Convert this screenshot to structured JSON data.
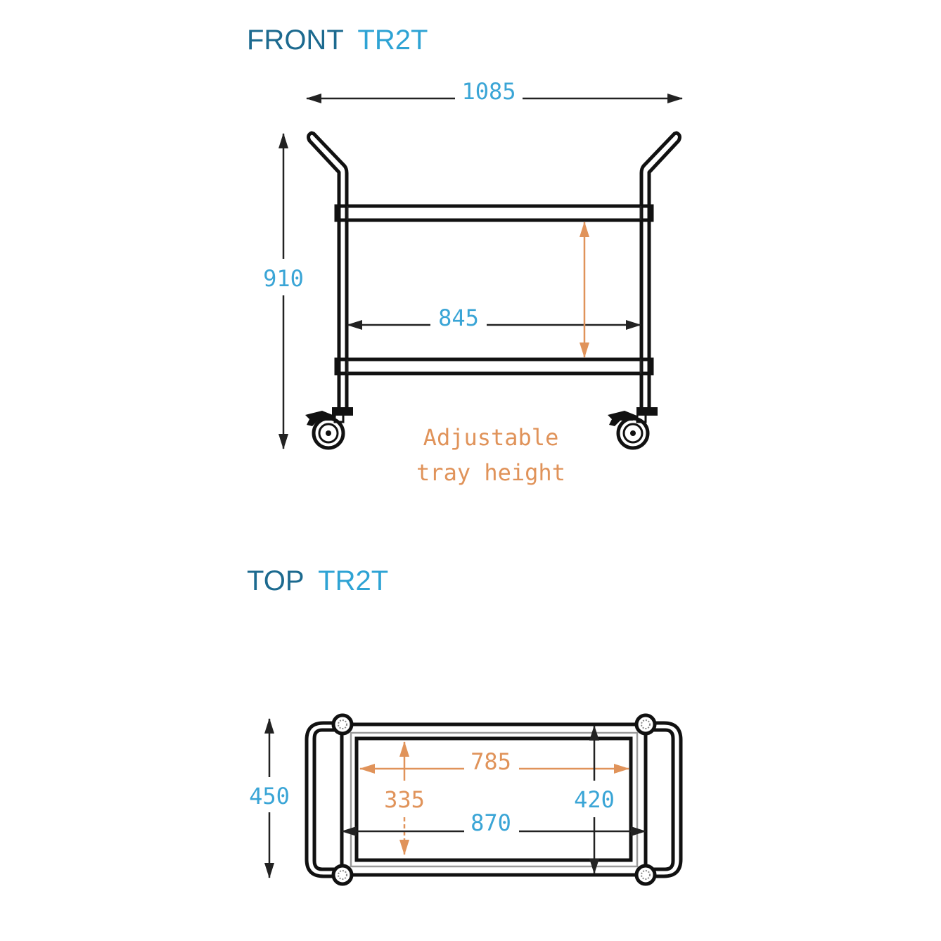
{
  "colors": {
    "title_main": "#1c6a8f",
    "title_model": "#2ea3d4",
    "dimension_blue": "#3aa5d6",
    "dimension_orange": "#e0935a",
    "line": "#111111"
  },
  "front_view": {
    "title_prefix": "FRONT",
    "title_model": "TR2T",
    "dimensions": {
      "overall_width": "1085",
      "overall_height": "910",
      "inner_width": "845"
    },
    "note_line1": "Adjustable",
    "note_line2": "tray height",
    "icons": [
      "trolley-front-drawing",
      "castor-wheel-left",
      "castor-wheel-right",
      "tray-height-arrow"
    ]
  },
  "top_view": {
    "title_prefix": "TOP",
    "title_model": "TR2T",
    "dimensions": {
      "overall_depth": "450",
      "tray_inner_width": "785",
      "tray_inner_depth": "335",
      "tray_outer_width": "870",
      "tray_outer_depth": "420"
    },
    "icons": [
      "trolley-top-drawing",
      "castor-top-icon"
    ]
  }
}
